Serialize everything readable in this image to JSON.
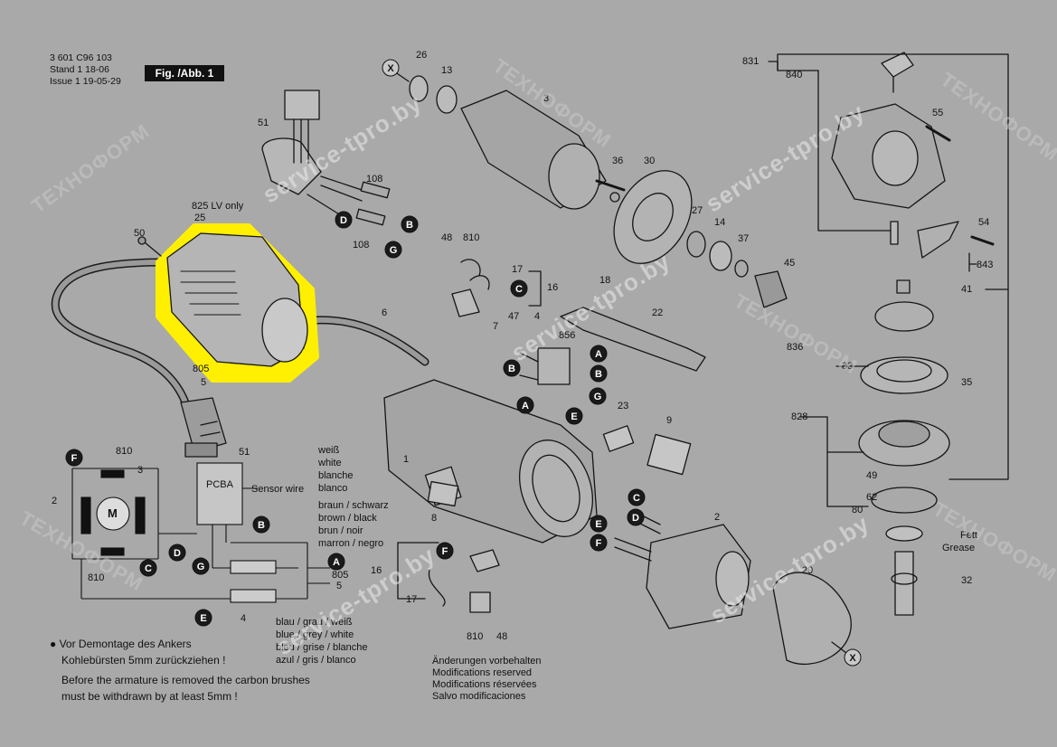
{
  "header": {
    "doc_number": "3 601 C96 103",
    "stand": "Stand 1 18-06",
    "issue": "Issue 1 19-05-29",
    "figure": "Fig. /Abb. 1"
  },
  "highlight_label": "825 LV only",
  "part_numbers": {
    "p831": "831",
    "p840": "840",
    "p26": "26",
    "p13": "13",
    "p3": "3",
    "p51": "51",
    "p108a": "108",
    "p108b": "108",
    "p36": "36",
    "p30": "30",
    "p55": "55",
    "p25": "25",
    "p50": "50",
    "p48a": "48",
    "p810a": "810",
    "p17a": "17",
    "p16a": "16",
    "p18": "18",
    "p27": "27",
    "p14": "14",
    "p37": "37",
    "p54": "54",
    "p843": "843",
    "p45": "45",
    "p41": "41",
    "p6": "6",
    "p7": "7",
    "p47": "47",
    "p4": "4",
    "p22": "22",
    "p856": "856",
    "p836": "836",
    "p33": "33",
    "p35": "35",
    "p805": "805",
    "p5": "5",
    "p828": "828",
    "p23": "23",
    "p9": "9",
    "p1": "1",
    "p8": "8",
    "p49": "49",
    "p62": "62",
    "p80": "80",
    "p2": "2",
    "p29": "29",
    "p32": "32",
    "p16b": "16",
    "p17b": "17",
    "p810b": "810",
    "p48b": "48",
    "s810a": "810",
    "s3": "3",
    "s2": "2",
    "s810b": "810",
    "s51": "51",
    "s4": "4",
    "s805": "805",
    "s5": "5",
    "pcba": "PCBA",
    "motor": "M",
    "sensor": "Sensor wire"
  },
  "callouts": {
    "x1": "X",
    "x2": "X",
    "D1": "D",
    "B1": "B",
    "G1": "G",
    "C1": "C",
    "A1": "A",
    "B2": "B",
    "A2": "A",
    "B3": "B",
    "G2": "G",
    "E1": "E",
    "C2": "C",
    "D2": "D",
    "E2": "E",
    "F2": "F",
    "F3": "F",
    "F1": "F",
    "D3": "D",
    "C3": "C",
    "B4": "B",
    "G3": "G",
    "A3": "A",
    "E3": "E"
  },
  "wire_colors": {
    "white": [
      "weiß",
      "white",
      "blanche",
      "blanco"
    ],
    "brown_black": [
      "braun  / schwarz",
      "brown  / black",
      "brun  / noir",
      "marron / negro"
    ],
    "blue_grey_white": [
      "blau / grau / weiß",
      "blue / grey / white",
      "bleu / grise / blanche",
      "azul / gris / blanco"
    ]
  },
  "grease": [
    "Fett",
    "Grease"
  ],
  "notes": {
    "de_line1": "● Vor Demontage des Ankers",
    "de_line2": "Kohlebürsten 5mm zurückziehen !",
    "en_line1": "Before the armature is removed the carbon brushes",
    "en_line2": "must be withdrawn by at least 5mm !"
  },
  "modifications": [
    "Änderungen vorbehalten",
    "Modifications reserved",
    "Modifications réservées",
    "Salvo modificaciones"
  ],
  "watermarks": [
    "service-tpro.by",
    "service-tpro.by",
    "service-tpro.by",
    "service-tpro.by",
    "service-tpro.by",
    "ТЕХНОФОРМ",
    "ТЕХНОФОРМ",
    "ТЕХНОФОРМ",
    "ТЕХНОФОРМ",
    "ТЕХНОФОРМ",
    "ТЕХНОФОРМ"
  ],
  "colors": {
    "background": "#a9a9a9",
    "highlight": "#ffef00",
    "ink": "#111111"
  }
}
